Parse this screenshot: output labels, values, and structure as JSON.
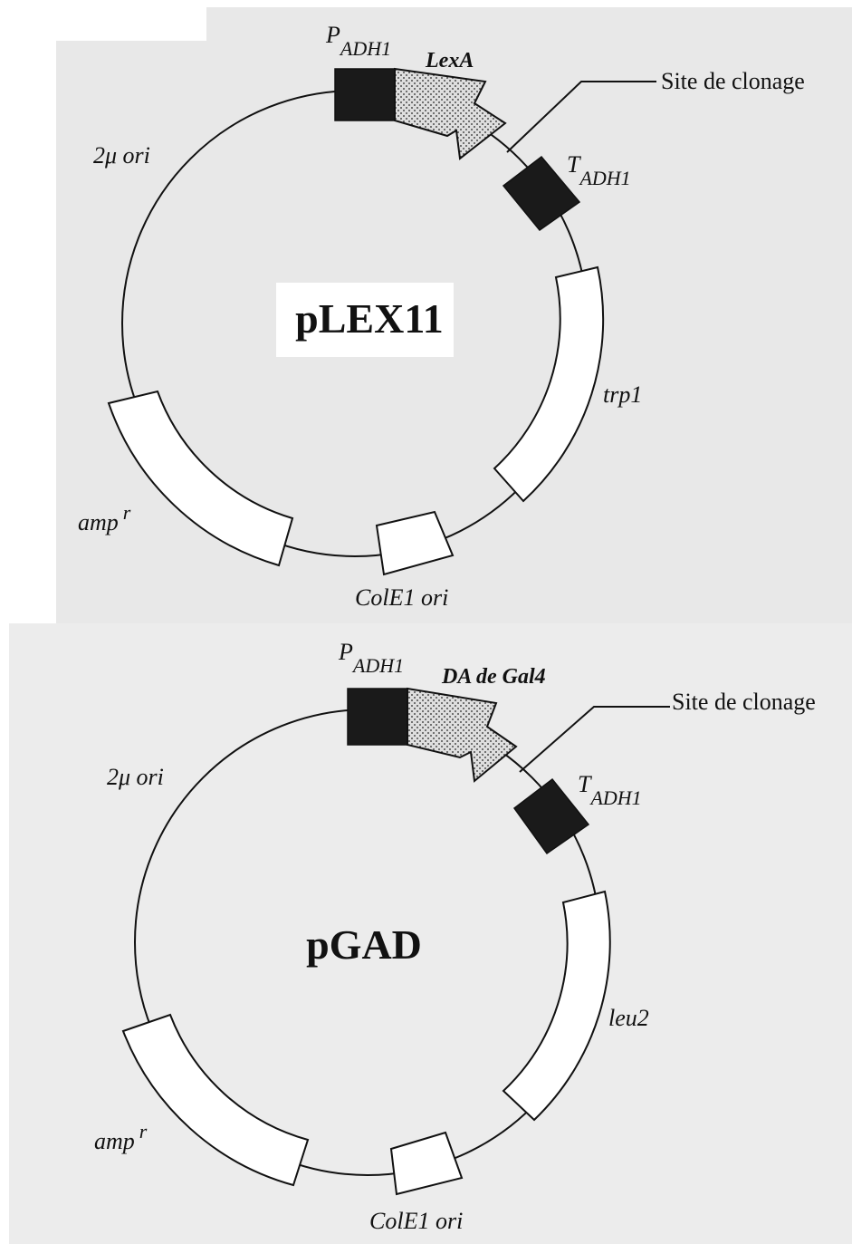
{
  "plasmids": [
    {
      "name": "pLEX11",
      "promoter": {
        "main": "P",
        "sub": "ADH1"
      },
      "fusion": "LexA",
      "cloning_site": "Site de clonage",
      "terminator": {
        "main": "T",
        "sub": "ADH1"
      },
      "ori_2mu": "2μ ori",
      "marker": "trp1",
      "amp": {
        "main": "amp",
        "sup": "r"
      },
      "colE1": "ColE1 ori"
    },
    {
      "name": "pGAD",
      "promoter": {
        "main": "P",
        "sub": "ADH1"
      },
      "fusion": "DA de Gal4",
      "cloning_site": "Site de clonage",
      "terminator": {
        "main": "T",
        "sub": "ADH1"
      },
      "ori_2mu": "2μ ori",
      "marker": "leu2",
      "amp": {
        "main": "amp",
        "sup": "r"
      },
      "colE1": "ColE1 ori"
    }
  ],
  "colors": {
    "background_top": "#e8e8e8",
    "background_bottom": "#ececec",
    "line": "#111111",
    "promoter_fill": "#1a1a1a",
    "fusion_fill": "#dcdcdc"
  }
}
